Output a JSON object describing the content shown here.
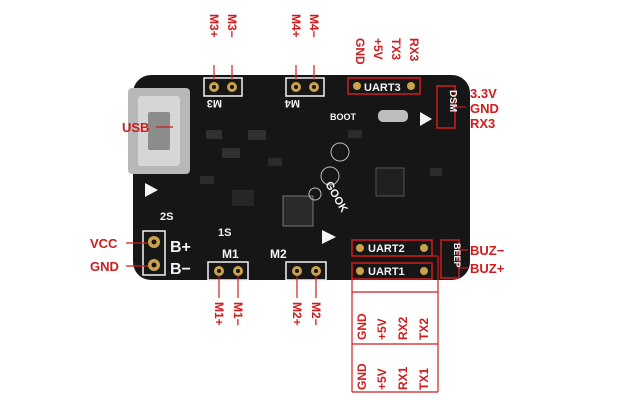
{
  "board": {
    "silk": {
      "m3": "M3",
      "m4": "M4",
      "m1": "M1",
      "m2": "M2",
      "bplus": "B+",
      "bminus": "B−",
      "s2": "2S",
      "s1": "1S",
      "boot": "BOOT",
      "uart3": "UART3",
      "uart2": "UART2",
      "uart1": "UART1",
      "dsm": "DSM",
      "beep": "BEEP",
      "gook": "GOOK"
    }
  },
  "labels": {
    "top_motors": [
      "M3+",
      "M3−",
      "M4+",
      "M4−"
    ],
    "top_uart3": [
      "GND",
      "+5V",
      "TX3",
      "RX3"
    ],
    "right_dsm": [
      "3.3V",
      "GND",
      "RX3"
    ],
    "left_usb": "USB",
    "left_power": [
      "VCC",
      "GND"
    ],
    "bottom_motors": [
      "M1+",
      "M1−",
      "M2+",
      "M2−"
    ],
    "right_buz": [
      "BUZ−",
      "BUZ+"
    ],
    "bottom_uart2": [
      "TX2",
      "RX2",
      "+5V",
      "GND"
    ],
    "bottom_uart1": [
      "TX1",
      "RX1",
      "+5V",
      "GND"
    ]
  },
  "colors": {
    "label": "#d01c1c",
    "pcb": "#161616",
    "silk": "#f4f4f4",
    "pad": "#c9a24a"
  }
}
